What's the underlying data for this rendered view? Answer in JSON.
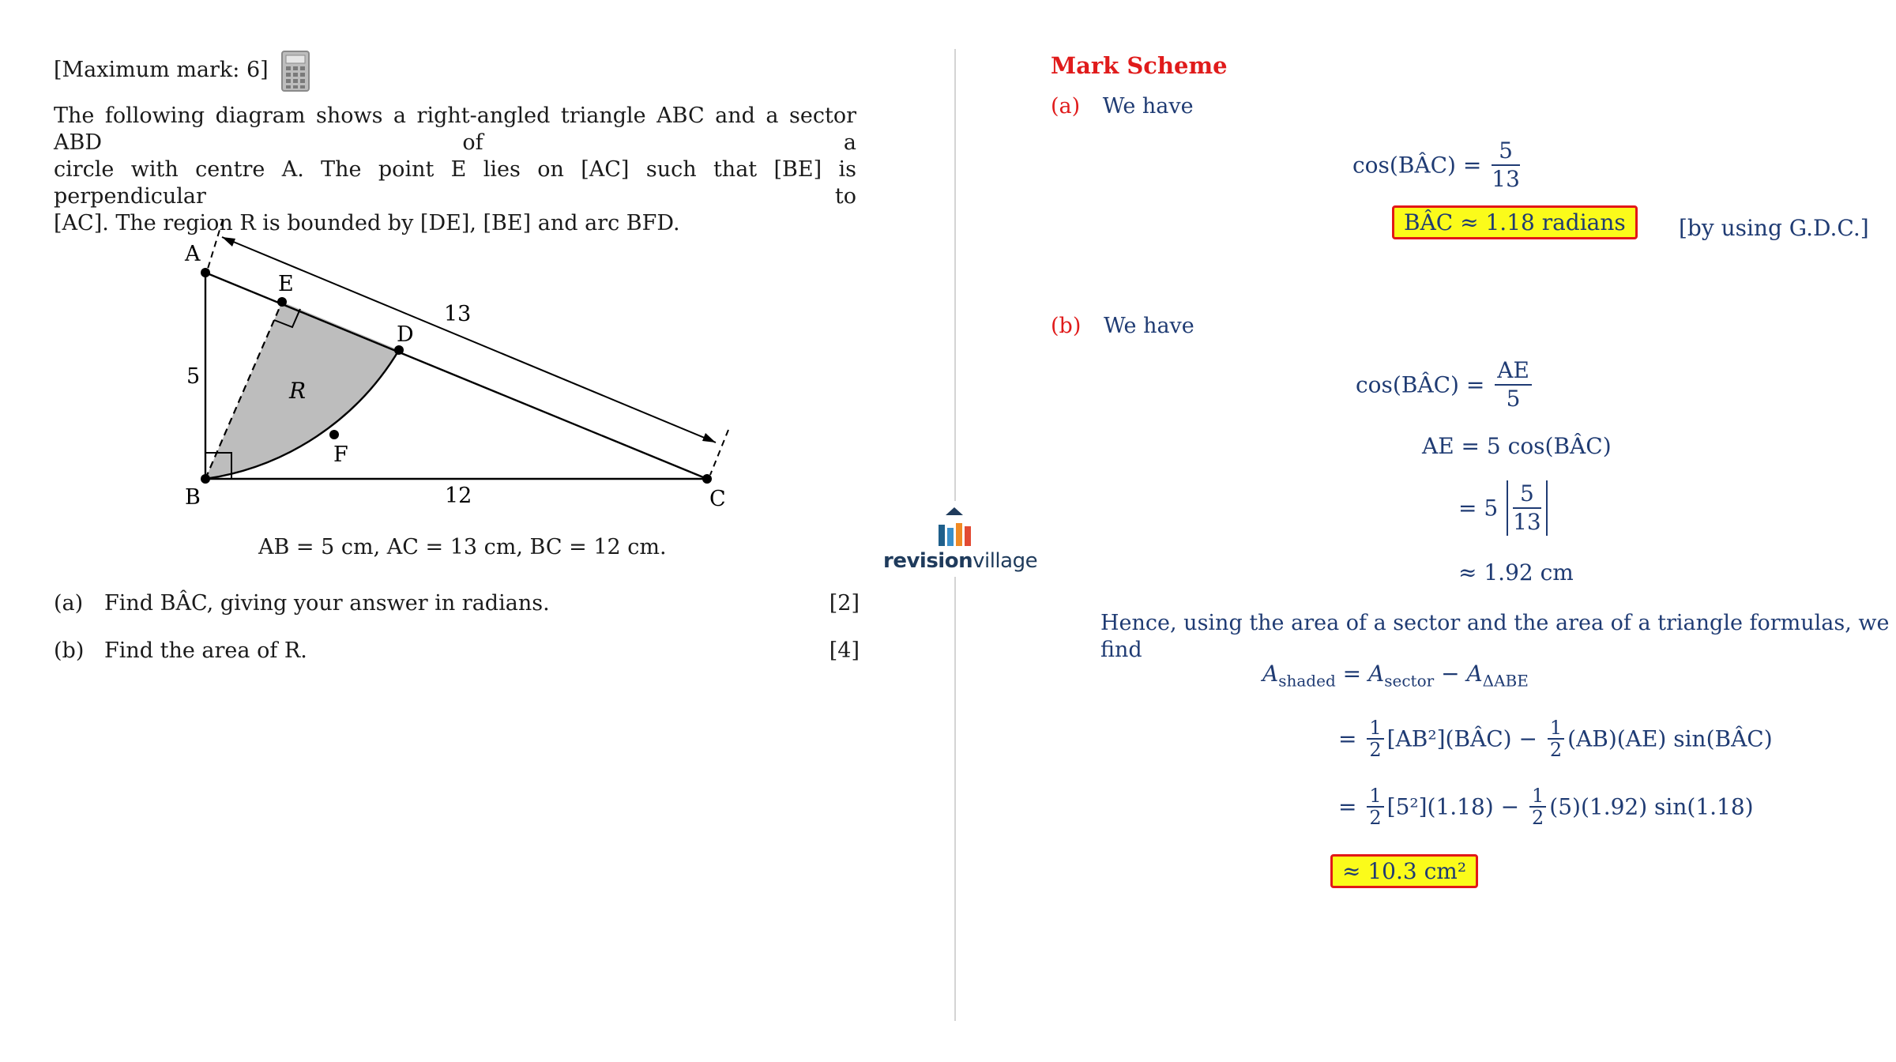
{
  "question": {
    "max_mark": "[Maximum mark: 6]",
    "intro_line1": "The following diagram shows a right-angled triangle ABC and a sector ABD of a",
    "intro_line2": "circle with centre A. The point E lies on [AC] such that [BE] is perpendicular to",
    "intro_line3": "[AC]. The region R is bounded by [DE], [BE] and arc BFD.",
    "given": "AB = 5 cm, AC = 13 cm, BC = 12 cm.",
    "parts": [
      {
        "label": "(a)",
        "text": "Find BÂC, giving your answer in radians.",
        "marks": "[2]"
      },
      {
        "label": "(b)",
        "text": "Find the area of R.",
        "marks": "[4]"
      }
    ]
  },
  "diagram": {
    "labels": {
      "A": "A",
      "B": "B",
      "C": "C",
      "D": "D",
      "E": "E",
      "F": "F",
      "R": "R"
    },
    "lengths": {
      "AB": "5",
      "BC": "12",
      "AC": "13"
    }
  },
  "logo": {
    "bold": "revision",
    "light": "village",
    "bar_colors": [
      "#1f5f8b",
      "#3a8fc9",
      "#f08a24",
      "#e24a33"
    ],
    "roof_color": "#1f3b5c"
  },
  "mark_scheme": {
    "title": "Mark Scheme",
    "a": {
      "label": "(a)",
      "intro": "We have",
      "lhs": "cos(BÂC) =",
      "num": "5",
      "den": "13",
      "answer": "BÂC ≈ 1.18 radians",
      "note": "[by using G.D.C.]"
    },
    "b": {
      "label": "(b)",
      "intro": "We have",
      "eq1_lhs": "cos(BÂC) =",
      "eq1_num": "AE",
      "eq1_den": "5",
      "eq2": "AE = 5 cos(BÂC)",
      "eq3_pre": "= 5",
      "eq3_num": "5",
      "eq3_den": "13",
      "eq4": "≈ 1.92 cm",
      "hence": "Hence, using the area of a sector and the area of a triangle formulas, we find",
      "area_A": "A",
      "area_sub_shaded": "shaded",
      "area_eq": " = A",
      "area_sub_sector": "sector",
      "area_minus": " − A",
      "area_sub_tri": "ΔABE",
      "half_num": "1",
      "half_den": "2",
      "s1_eq": "=",
      "s1_a": "[AB²](BÂC) −",
      "s1_b": "(AB)(AE) sin(BÂC)",
      "s2_eq": "=",
      "s2_a": "[5²](1.18) −",
      "s2_b": "(5)(1.92) sin(1.18)",
      "answer": "≈ 10.3 cm²"
    }
  }
}
